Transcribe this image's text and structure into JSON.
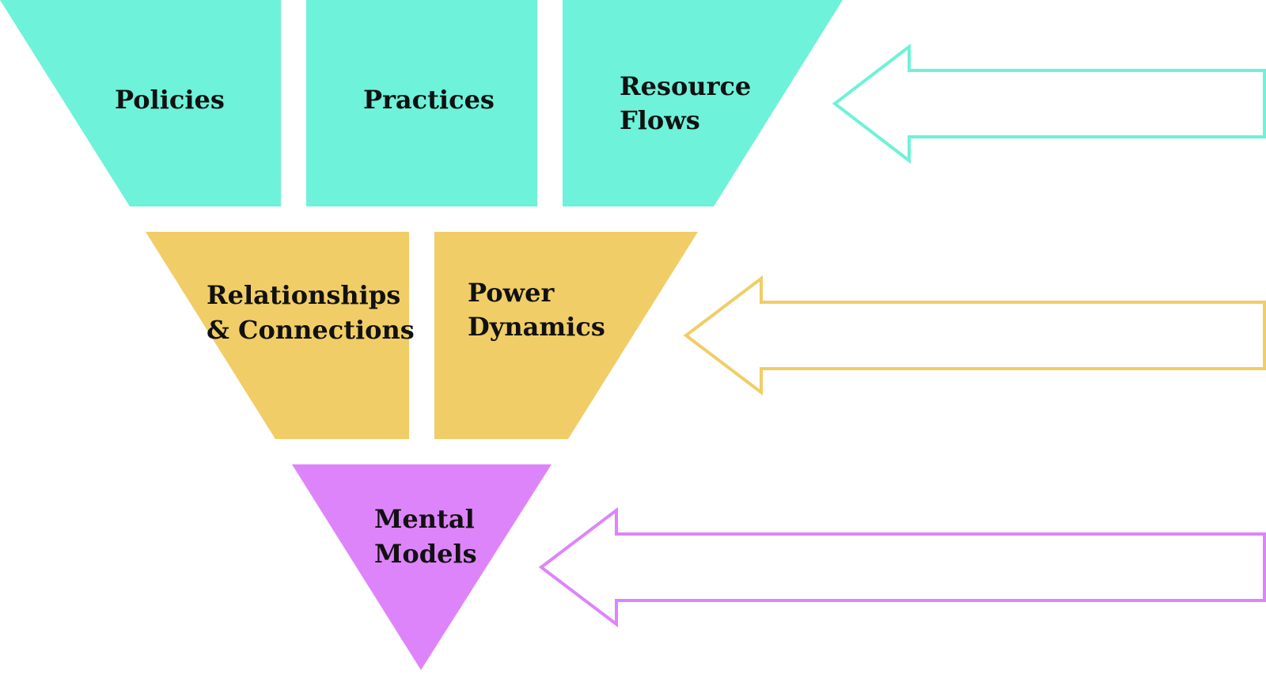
{
  "colors": {
    "top_tier": "#6EF2D9",
    "middle_tier": "#F0CD66",
    "bottom_tier": "#DE84FB",
    "label_text": "#111111",
    "background": "#FFFFFF"
  },
  "diagram": {
    "type": "inverted-triangle",
    "tiers": [
      {
        "segments": [
          {
            "label": "Policies"
          },
          {
            "label": "Practices"
          },
          {
            "label_line1": "Resource",
            "label_line2": "Flows"
          }
        ]
      },
      {
        "segments": [
          {
            "label_line1": "Relationships",
            "label_line2": "& Connections"
          },
          {
            "label_line1": "Power",
            "label_line2": "Dynamics"
          }
        ]
      },
      {
        "segments": [
          {
            "label_line1": "Mental",
            "label_line2": "Models"
          }
        ]
      }
    ],
    "arrows": [
      {
        "direction": "left",
        "style": "outline",
        "color": "#6EF2D9"
      },
      {
        "direction": "left",
        "style": "outline",
        "color": "#F0CD66"
      },
      {
        "direction": "left",
        "style": "outline",
        "color": "#DE84FB"
      }
    ]
  }
}
